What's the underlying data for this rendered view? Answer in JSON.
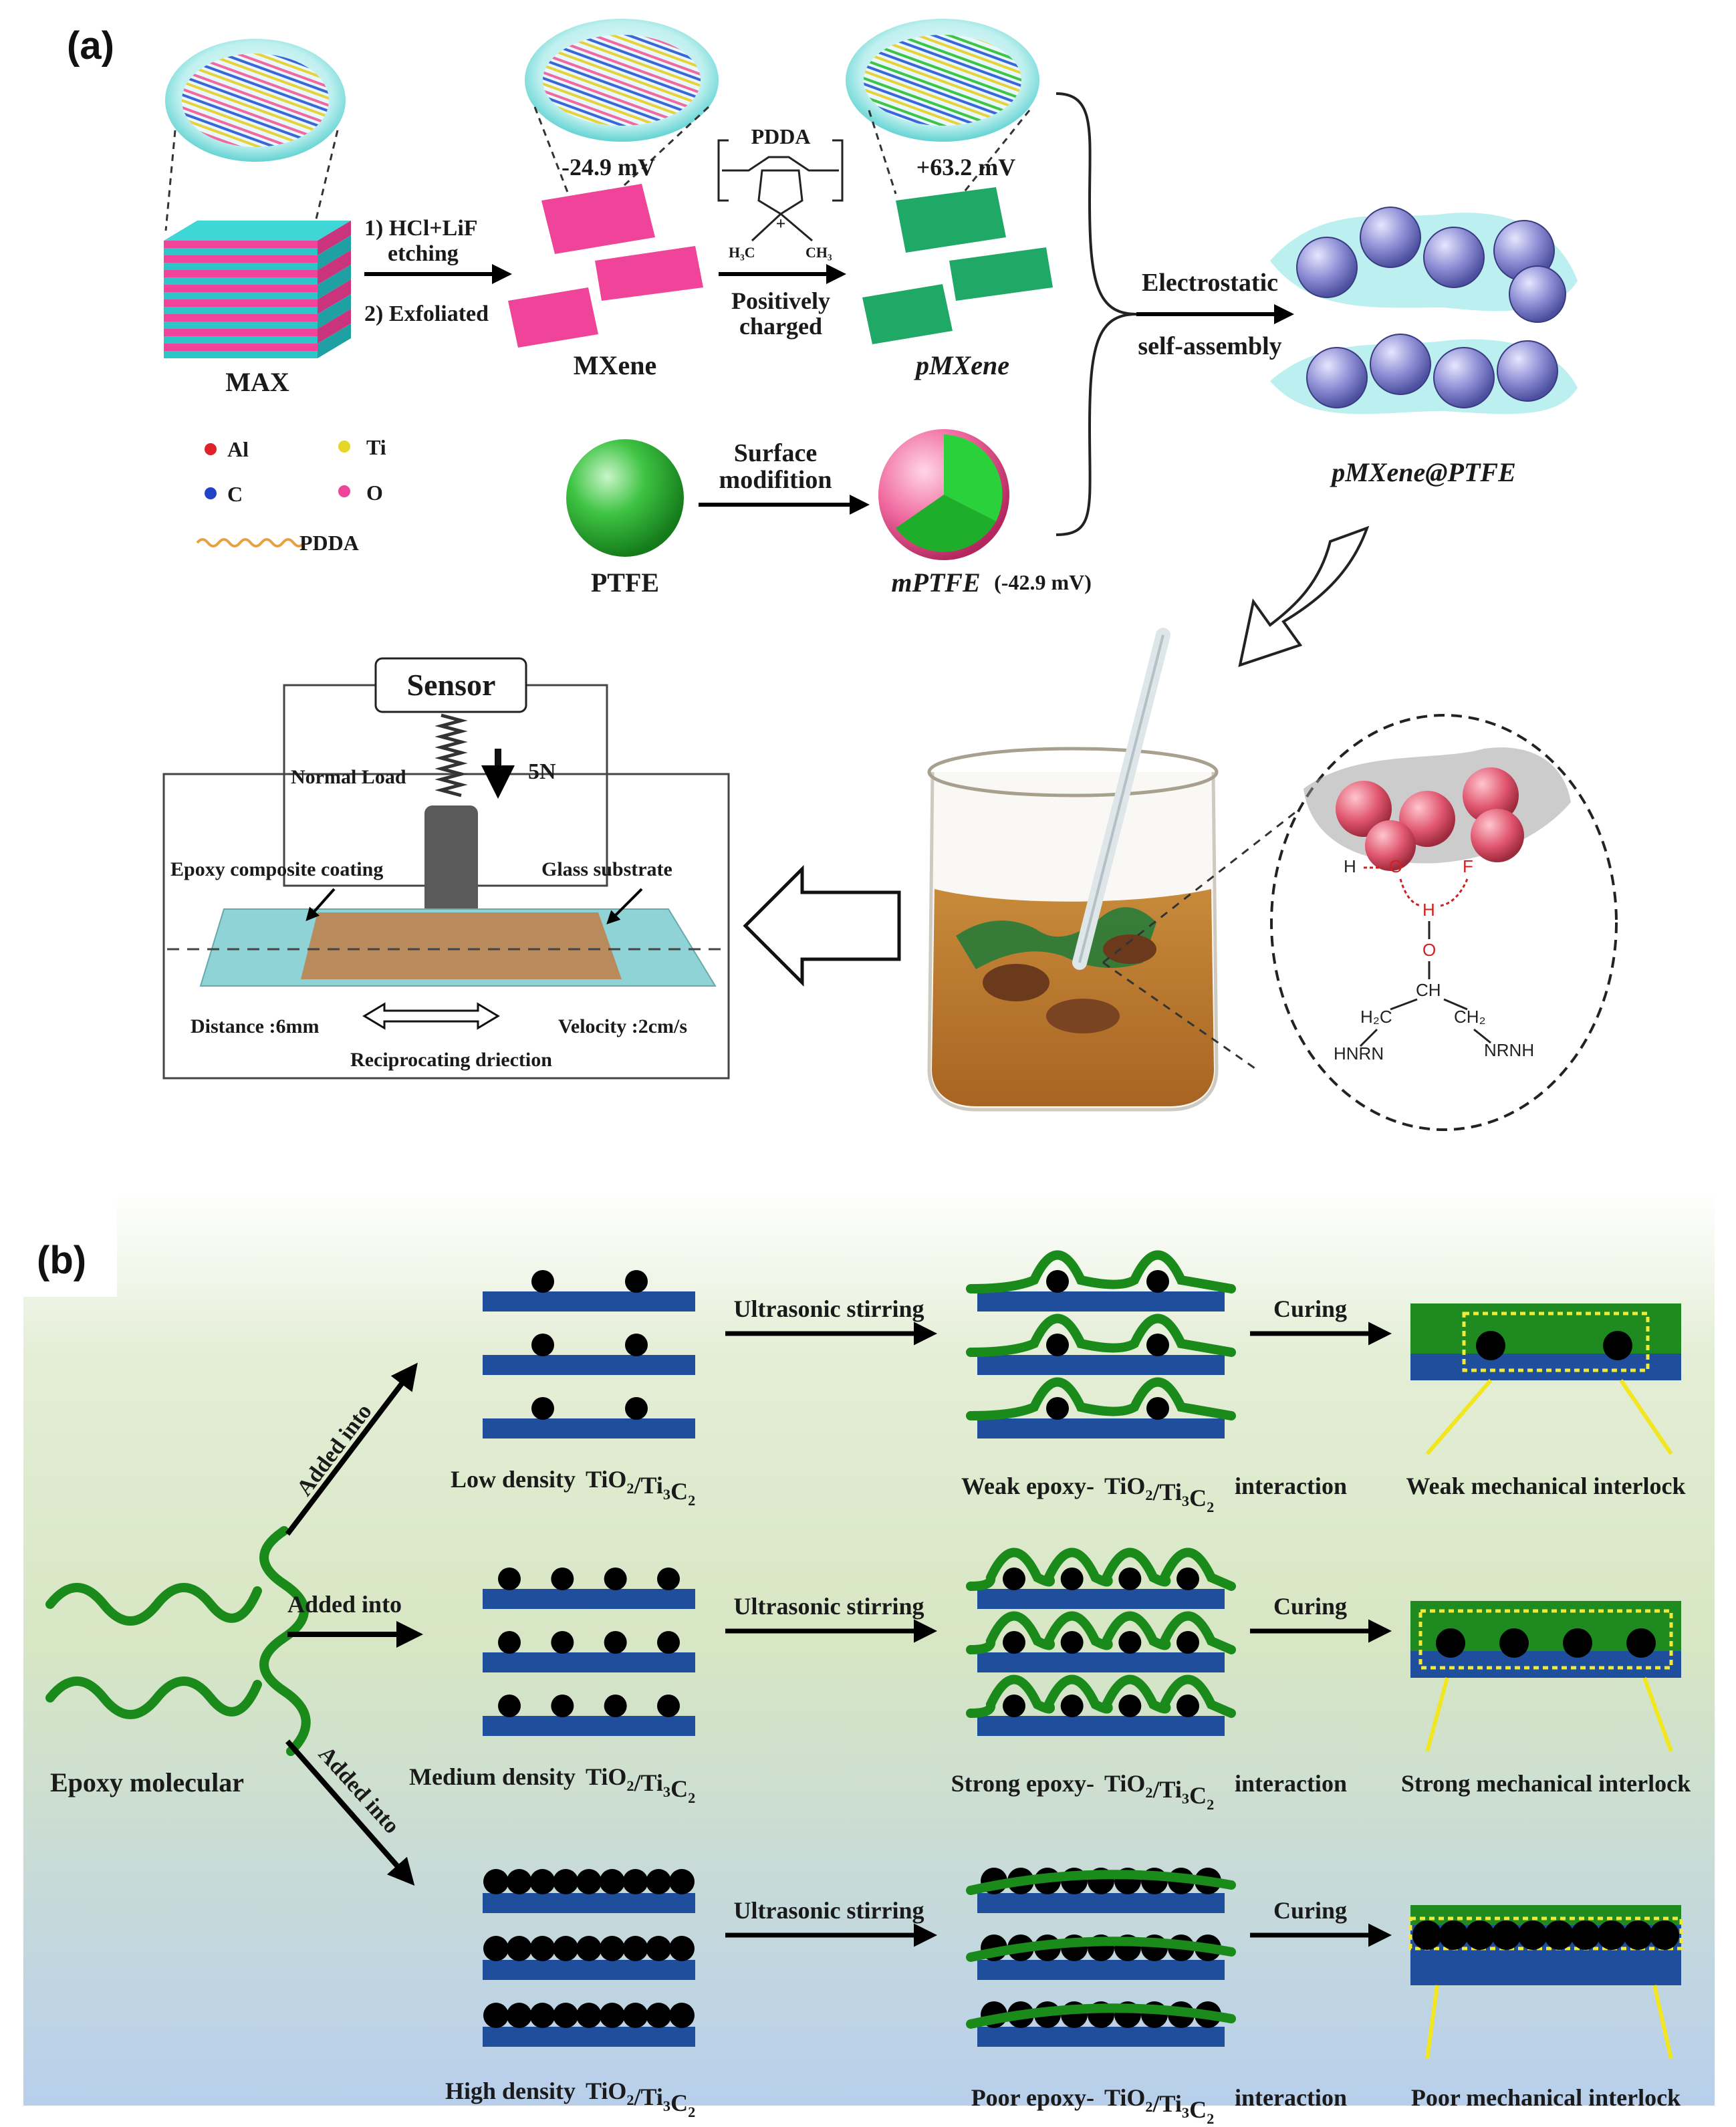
{
  "panel_a": {
    "tag": "(a)",
    "max_label": "MAX",
    "step1_line1": "1) HCl+LiF",
    "step1_line2": "etching",
    "step1_line3": "2) Exfoliated",
    "mxene_label": "MXene",
    "mxene_zeta": "-24.9 mV",
    "pdda_label": "PDDA",
    "charge_plus": "+",
    "methyl_left": "H₃C",
    "methyl_right": "CH₃",
    "positively_line1": "Positively",
    "positively_line2": "charged",
    "pmxene_label": "pMXene",
    "pmxene_zeta": "+63.2 mV",
    "electrostatic_line1": "Electrostatic",
    "electrostatic_line2": "self-assembly",
    "product_label": "pMXene@PTFE",
    "legend": {
      "al": "Al",
      "ti": "Ti",
      "c": "C",
      "o": "O",
      "pdda": "PDDA"
    },
    "ptfe_label": "PTFE",
    "surface_line1": "Surface",
    "surface_line2": "modifition",
    "mptfe_label": "mPTFE",
    "mptfe_zeta": "(-42.9 mV)",
    "sensor_label": "Sensor",
    "normal_load": "Normal Load",
    "load_value": "5N",
    "coating_label": "Epoxy composite coating",
    "substrate_label": "Glass substrate",
    "distance_label": "Distance :6mm",
    "velocity_label": "Velocity :2cm/s",
    "reciprocating_label": "Reciprocating driection",
    "chem": {
      "h1": "H",
      "o1": "O",
      "f1": "F",
      "h2": "H",
      "o2": "O",
      "ch": "CH",
      "h2c": "H₂C",
      "ch2": "CH₂",
      "hnrn": "HNRN",
      "nrnh": "NRNH"
    }
  },
  "panel_b": {
    "tag": "(b)",
    "epoxy_label": "Epoxy molecular",
    "added_into": "Added into",
    "ultrasonic": "Ultrasonic stirring",
    "curing": "Curing",
    "rows": [
      {
        "density": "Low density",
        "interaction": "Weak epoxy-",
        "interlock": "Weak mechanical interlock"
      },
      {
        "density": "Medium density",
        "interaction": "Strong epoxy-",
        "interlock": "Strong mechanical interlock"
      },
      {
        "density": "High density",
        "interaction": "Poor epoxy-",
        "interlock": "Poor mechanical interlock"
      }
    ],
    "compound_tio": "TiO",
    "compound_ti": "Ti",
    "compound_c": "C",
    "sub2": "2",
    "sub3": "3",
    "colors": {
      "bar": "#1f4e9c",
      "epoxy": "#1a8a1a",
      "dot_outline": "#f2ea3a",
      "bg_top": "#dfead2",
      "bg_bottom": "#bcd3ee"
    }
  }
}
